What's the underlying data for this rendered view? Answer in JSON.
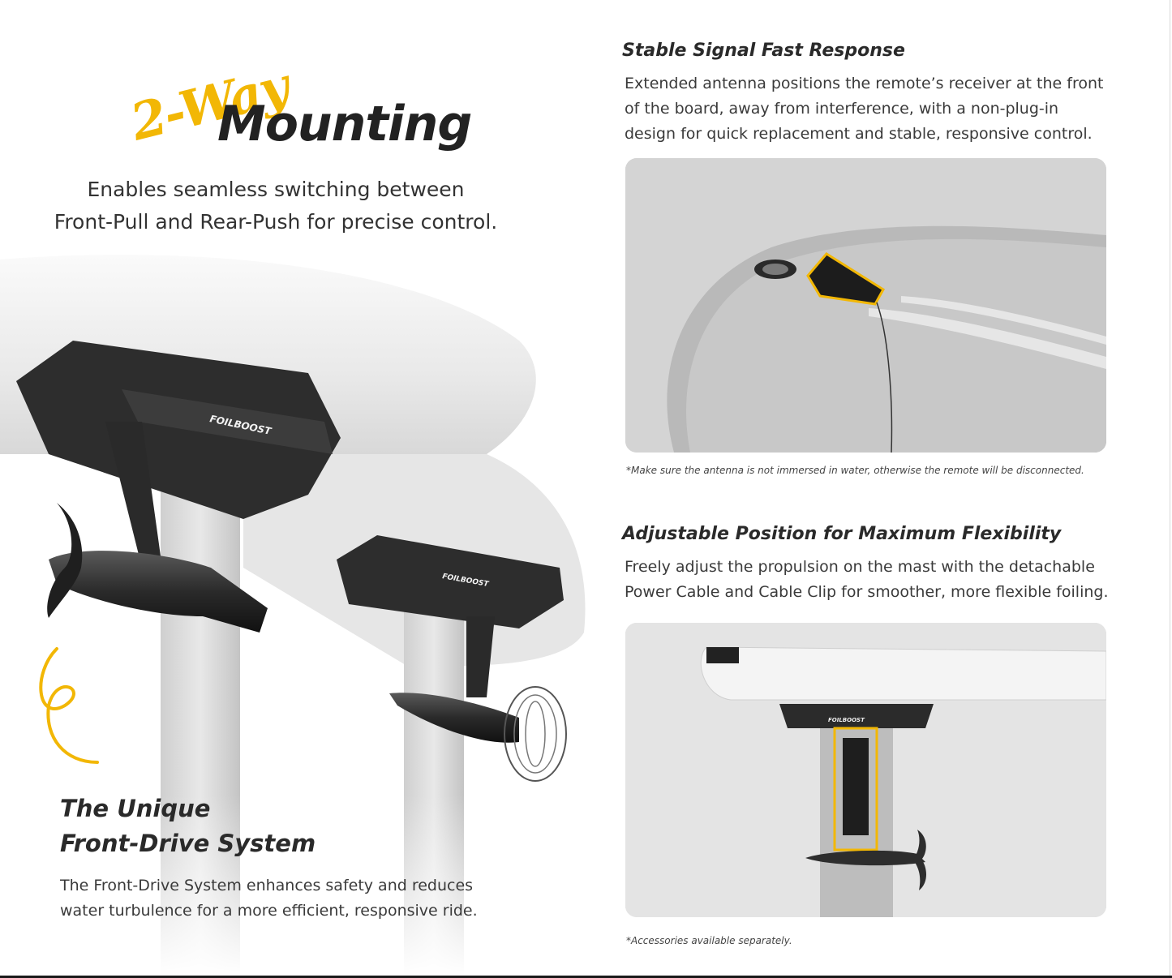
{
  "hero": {
    "title_script": "2-Way",
    "title_main": "Mounting",
    "subtitle_lines": [
      "Enables seamless switching between",
      "Front-Pull and Rear-Push for precise control."
    ],
    "brand_label": "FOILBOOST"
  },
  "front_drive": {
    "title_lines": [
      "The Unique",
      "Front-Drive System"
    ],
    "body_lines": [
      "The Front-Drive System enhances safety and reduces",
      "water turbulence for a more efficient, responsive ride."
    ]
  },
  "signal": {
    "title": "Stable Signal Fast Response",
    "body_lines": [
      "Extended antenna positions the remote’s receiver at the front",
      "of the board, away from interference, with a non-plug-in",
      "design for quick replacement and stable, responsive control."
    ],
    "note": "*Make sure the antenna is not immersed in water, otherwise the remote will be disconnected."
  },
  "position": {
    "title": "Adjustable Position for Maximum Flexibility",
    "body_lines": [
      "Freely adjust the propulsion on the mast with the detachable",
      "Power Cable and Cable Clip for smoother, more flexible foiling."
    ],
    "note": "*Accessories available separately."
  },
  "colors": {
    "accent_yellow": "#f2b705",
    "text_dark": "#2a2a2a",
    "panel_grey": "#d6d6d6"
  }
}
